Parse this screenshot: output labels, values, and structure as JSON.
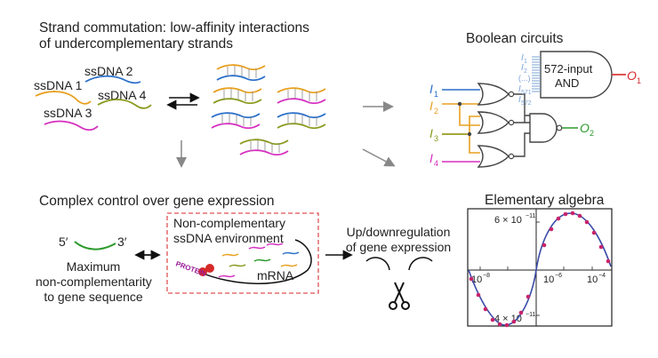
{
  "strand": {
    "title_line1": "Strand commutation: low-affinity interactions",
    "title_line2": "of undercomplementary strands",
    "labels": [
      "ssDNA 1",
      "ssDNA 2",
      "ssDNA 3",
      "ssDNA 4"
    ]
  },
  "boolean": {
    "title": "Boolean circuits",
    "inputs": [
      "I",
      "I",
      "I",
      "I"
    ],
    "input_subs": [
      "1",
      "2",
      "3",
      "4"
    ],
    "and_inputs": [
      "I",
      "I",
      "(...)",
      "I",
      "I"
    ],
    "and_input_subs": [
      "1",
      "2",
      "",
      "571",
      "572"
    ],
    "and_label_line1": "572-input",
    "and_label_line2": "AND",
    "out1": "O",
    "out1_sub": "1",
    "out2": "O",
    "out2_sub": "2"
  },
  "gene": {
    "title": "Complex control over gene expression",
    "prime5": "5′",
    "prime3": "3′",
    "left_caption": [
      "Maximum",
      "non-complementarity",
      "to gene sequence"
    ],
    "box_title_line1": "Non-complementary",
    "box_title_line2": "ssDNA environment",
    "protein": "PROTEIN",
    "mrna": "mRNA",
    "reg_line1": "Up/downregulation",
    "reg_line2": "of gene expression"
  },
  "algebra": {
    "title": "Elementary algebra",
    "top_label": "6 × 10",
    "top_exp": "−11",
    "bottom_label": "4 × 10",
    "bottom_exp": "−11",
    "x_ticks": [
      "10",
      "10",
      "10"
    ],
    "x_exps": [
      "−8",
      "−6",
      "−4"
    ]
  },
  "colors": {
    "orange": "#e8a020",
    "blue": "#2a6fc9",
    "olive": "#8a9a1e",
    "magenta": "#d62fc0",
    "green": "#2a9a2a",
    "red": "#d62a2a",
    "light_blue": "#7aa3d6",
    "gray_arrow": "#888888"
  }
}
